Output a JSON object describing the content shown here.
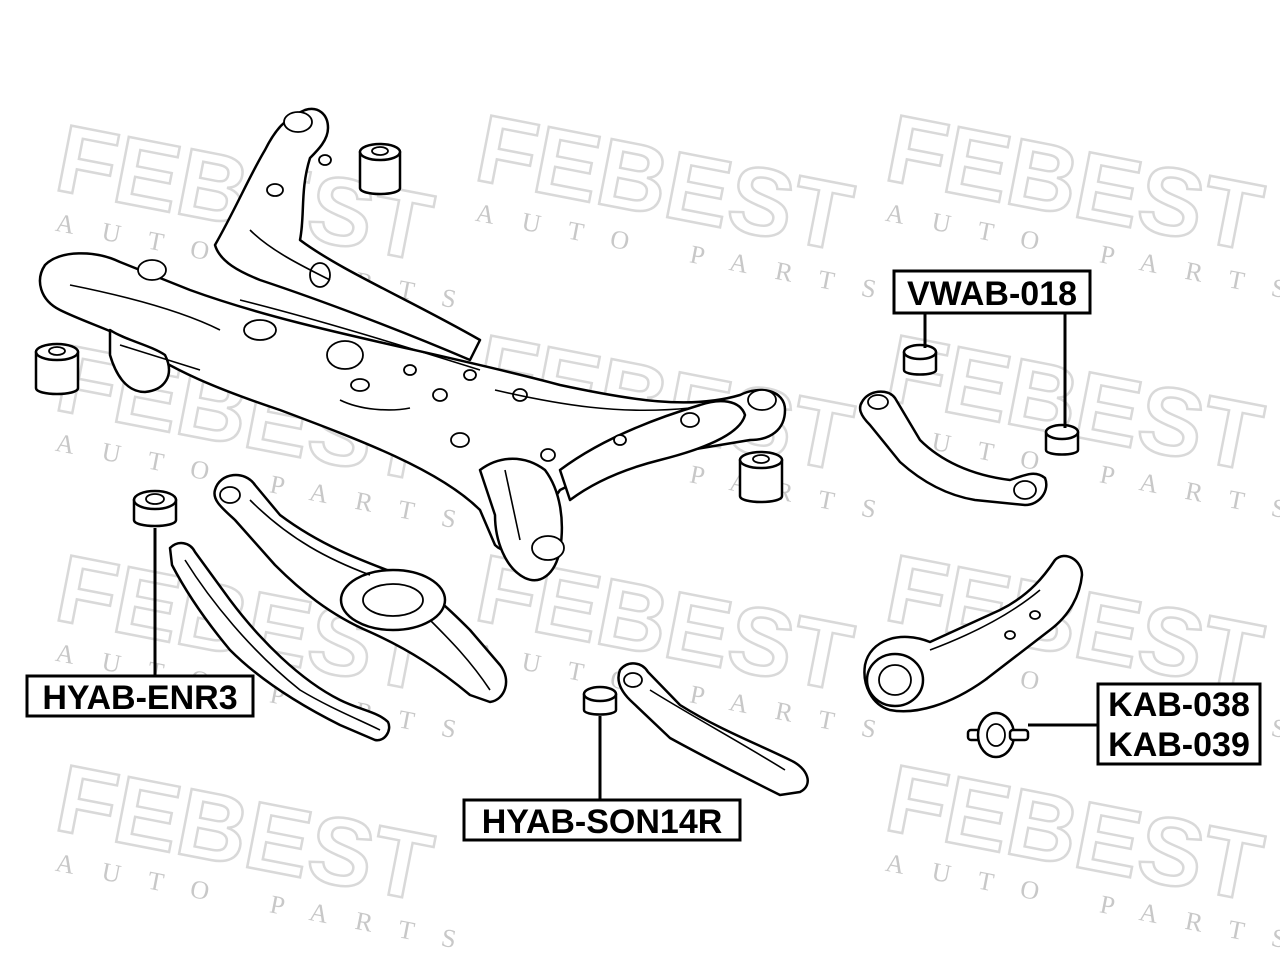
{
  "watermark": {
    "logo": "FEBEST",
    "sub": "AUTO PARTS"
  },
  "labels": {
    "vwab": "VWAB-018",
    "hyab_enr3": "HYAB-ENR3",
    "hyab_son14r": "HYAB-SON14R",
    "kab_038": "KAB-038",
    "kab_039": "KAB-039"
  },
  "colors": {
    "line": "#000000",
    "watermark": "#d9d9d9",
    "background": "#ffffff"
  }
}
